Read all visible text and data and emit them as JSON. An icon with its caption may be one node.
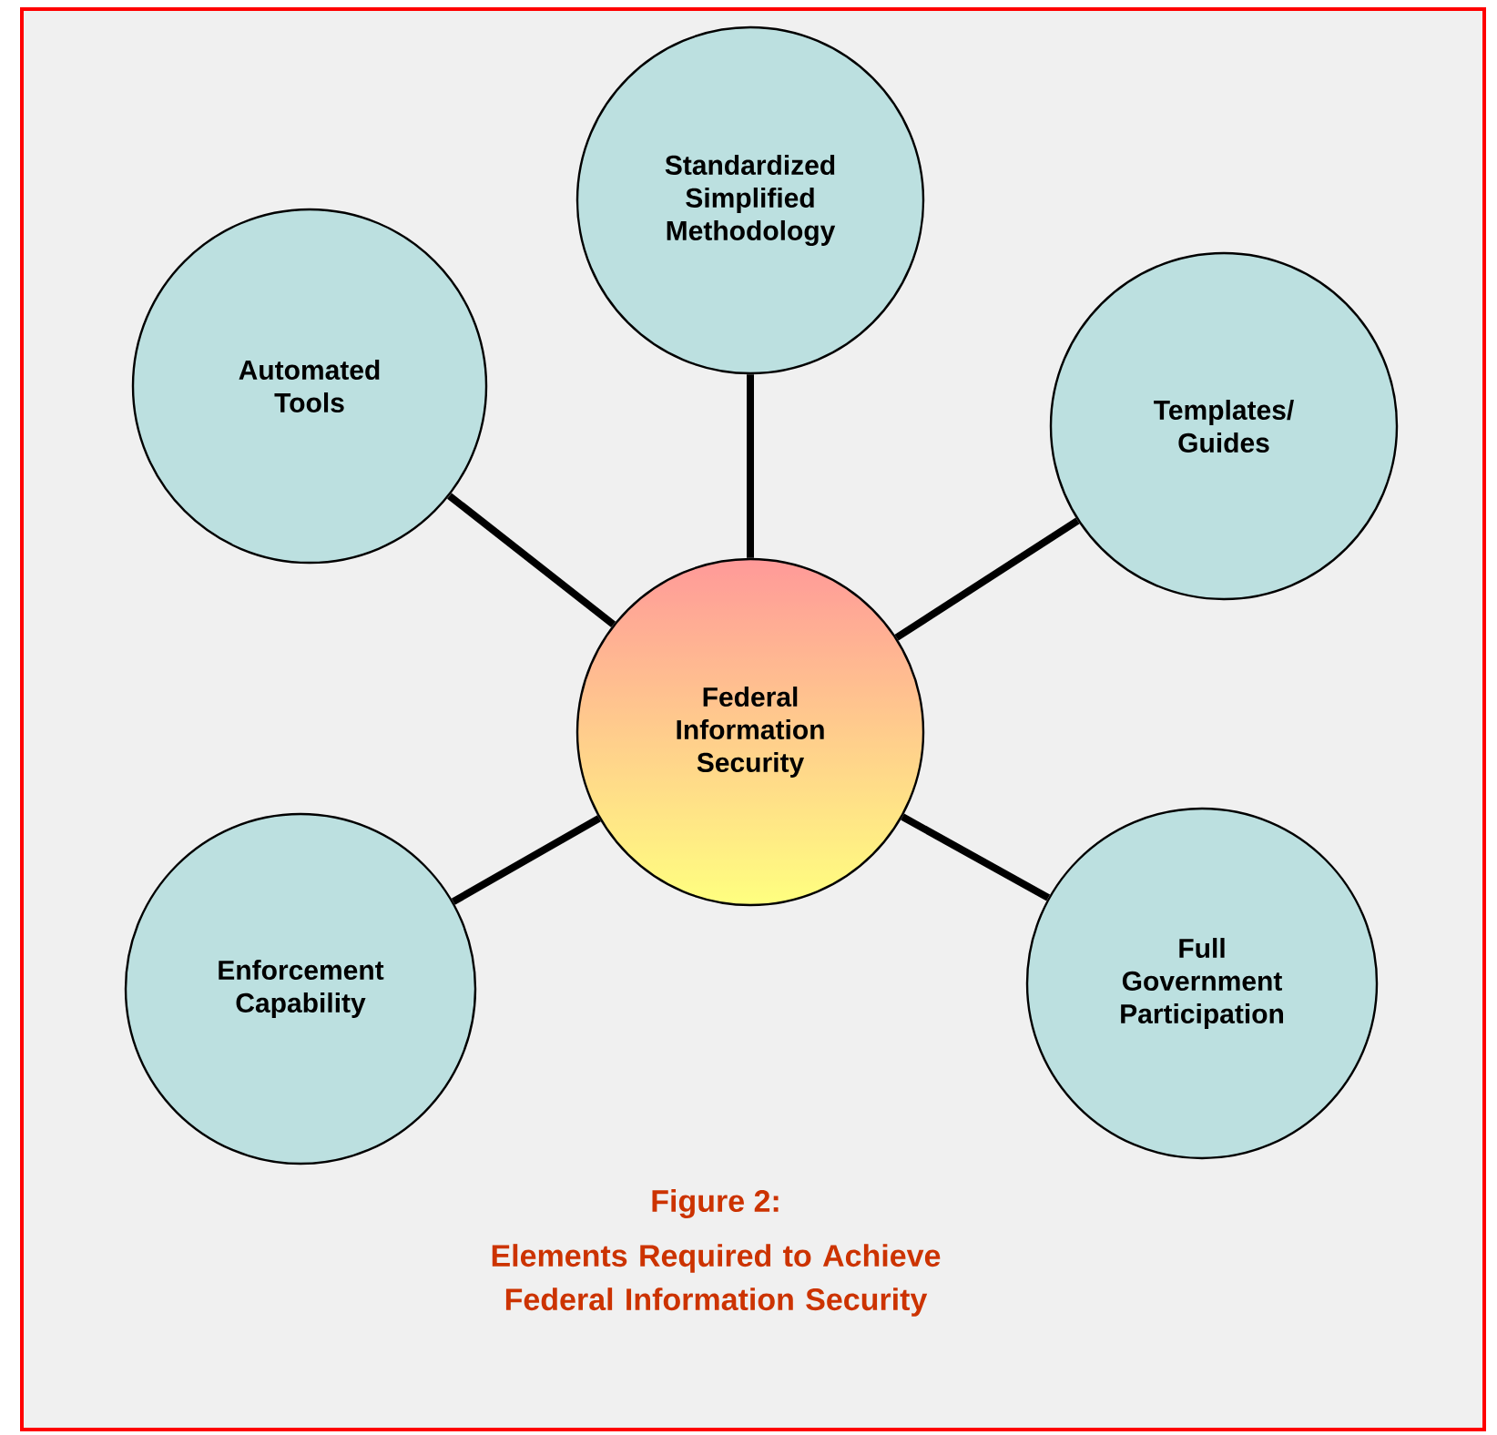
{
  "diagram": {
    "title": "Figure 2:",
    "caption": "Elements Required to Achieve Federal Information Security",
    "nodes": [
      {
        "text": [
          "Standardized Simplified Methodology"
        ]
      },
      {
        "text": [
          "Automated Tools"
        ]
      },
      {
        "text": [
          "Templates/ Guides"
        ]
      },
      {
        "text": [
          "Federal Information Security"
        ]
      },
      {
        "text": [
          "Enforcement Capability"
        ]
      },
      {
        "text": [
          "Full Government Participation"
        ]
      }
    ],
    "edges": [
      {
        "from": 3,
        "to": 0,
        "arrow": "none"
      },
      {
        "from": 3,
        "to": 1,
        "arrow": "none"
      },
      {
        "from": 3,
        "to": 2,
        "arrow": "none"
      },
      {
        "from": 3,
        "to": 4,
        "arrow": "none"
      },
      {
        "from": 3,
        "to": 5,
        "arrow": "none"
      }
    ]
  }
}
